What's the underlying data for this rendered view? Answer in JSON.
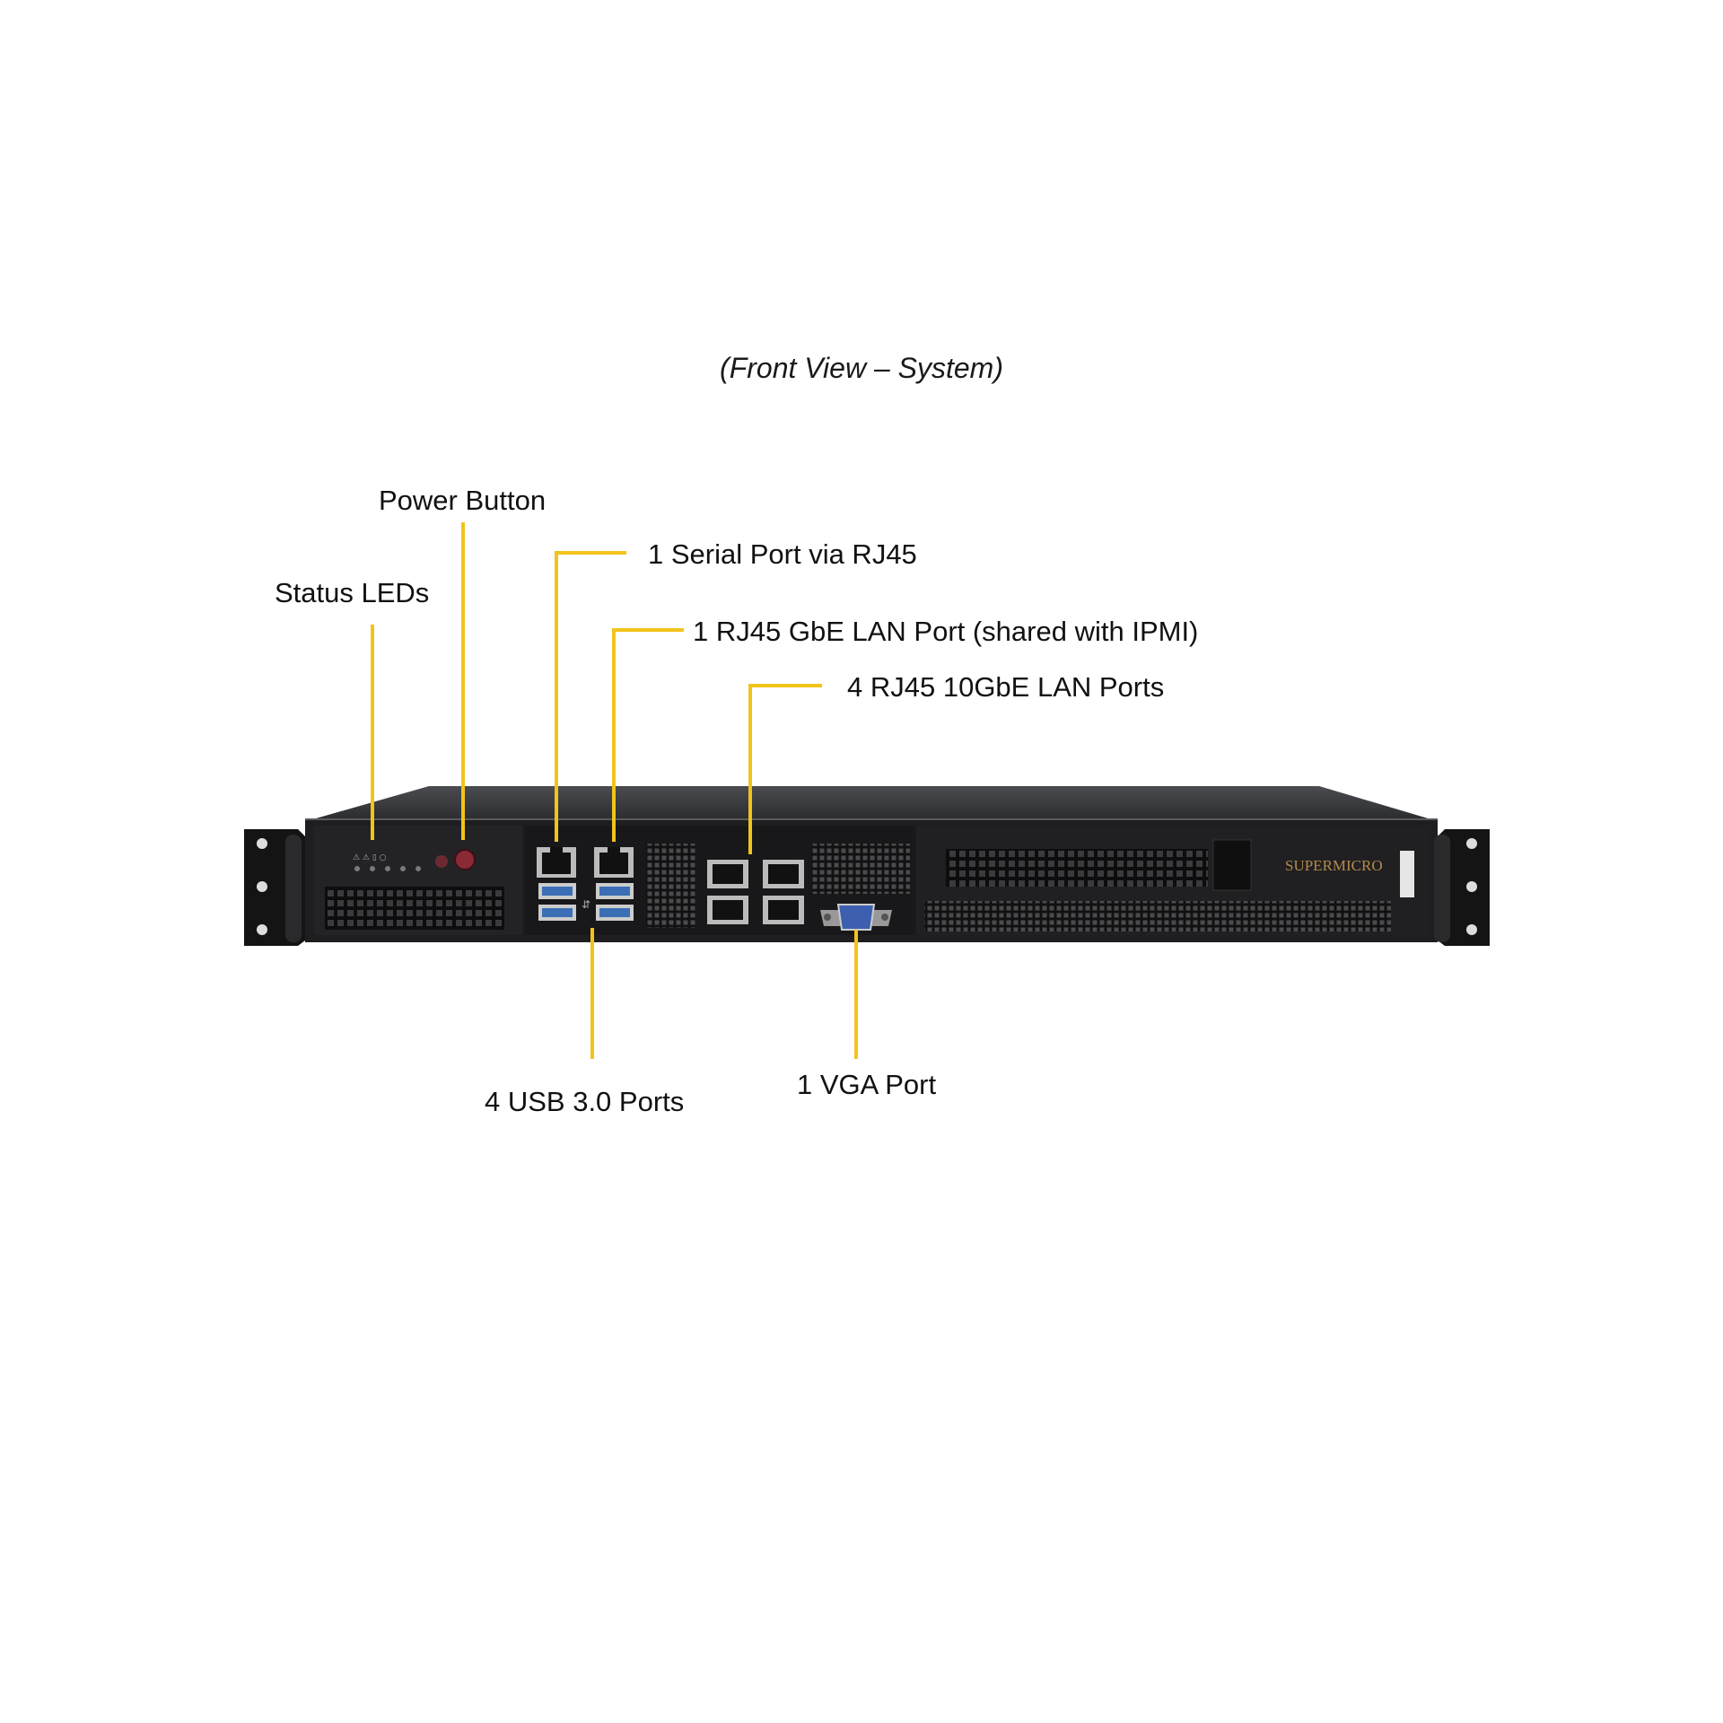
{
  "caption": "(Front View – System)",
  "brand": "SUPERMICRO",
  "labels": {
    "power_button": "Power Button",
    "status_leds": "Status LEDs",
    "serial_port": "1 Serial Port via RJ45",
    "gbe_lan": "1 RJ45 GbE LAN Port (shared with IPMI)",
    "ten_gbe_lan": "4 RJ45 10GbE LAN Ports",
    "usb_ports": "4 USB 3.0 Ports",
    "vga_port": "1 VGA Port"
  },
  "colors": {
    "leader": "#f2c31b",
    "chassis": "#1e1e20",
    "usb_blue": "#3a6fb5",
    "vga_blue": "#3d5fb0",
    "brand_gold": "#b58a4a",
    "power_red": "#8a2a35"
  }
}
